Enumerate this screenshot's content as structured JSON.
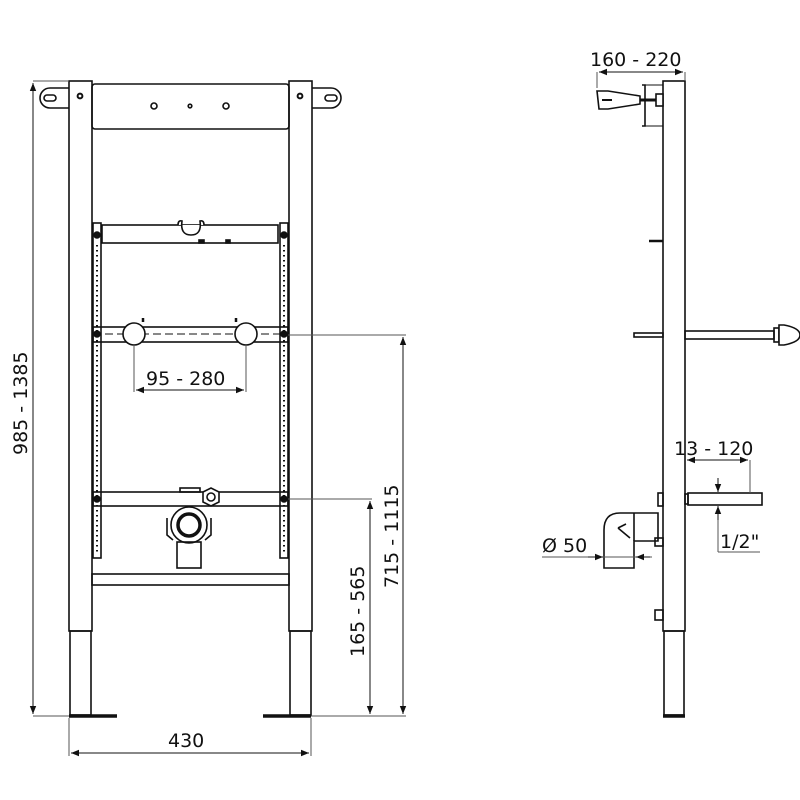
{
  "diagram": {
    "type": "technical drawing",
    "subject": "Wall-hung frame with support bracket, front and side views",
    "colors": {
      "line": "#111111",
      "dim_line": "#555555",
      "background": "#ffffff"
    }
  },
  "front_view": {
    "dimensions": {
      "overall_height": "985 - 1385",
      "tap_spacing": "95 - 280",
      "tap_height": "715 - 1115",
      "outlet_height": "165 - 565",
      "frame_width": "430"
    }
  },
  "side_view": {
    "dimensions": {
      "wall_bracket_depth": "160 - 220",
      "supply_projection": "13 - 120",
      "supply_thread": "1/2\"",
      "waste_diameter": "Ø 50"
    }
  }
}
